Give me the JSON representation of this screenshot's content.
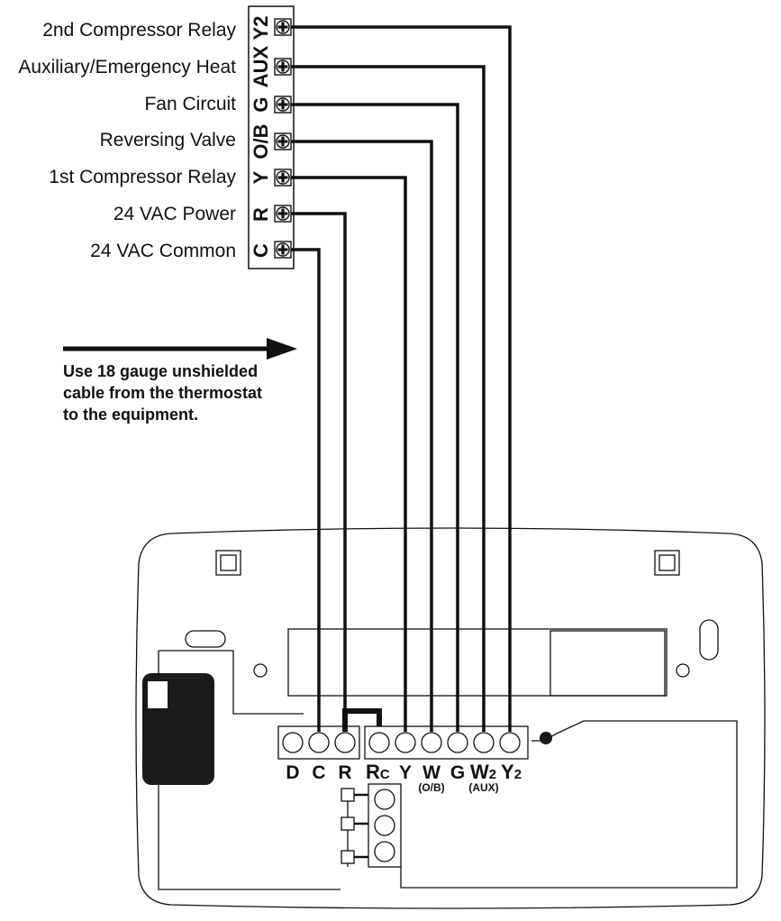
{
  "equipment": {
    "terminals": [
      {
        "name": "2nd Compressor Relay",
        "code": "Y2"
      },
      {
        "name": "Auxiliary/Emergency Heat",
        "code": "AUX"
      },
      {
        "name": "Fan Circuit",
        "code": "G"
      },
      {
        "name": "Reversing Valve",
        "code": "O/B"
      },
      {
        "name": "1st Compressor Relay",
        "code": "Y"
      },
      {
        "name": "24 VAC Power",
        "code": "R"
      },
      {
        "name": "24 VAC Common",
        "code": "C"
      }
    ]
  },
  "note": {
    "lines": [
      "Use 18 gauge unshielded",
      "cable from the thermostat",
      "to the equipment."
    ]
  },
  "thermostat": {
    "terminals": {
      "D": "D",
      "C": "C",
      "R": "R",
      "Rc_main": "R",
      "Rc_sub": "C",
      "Y": "Y",
      "W": "W",
      "W_sub": "(O/B)",
      "G": "G",
      "W2_main": "W",
      "W2_sub": "2",
      "W2_note": "(AUX)",
      "Y2_main": "Y",
      "Y2_sub": "2"
    }
  }
}
